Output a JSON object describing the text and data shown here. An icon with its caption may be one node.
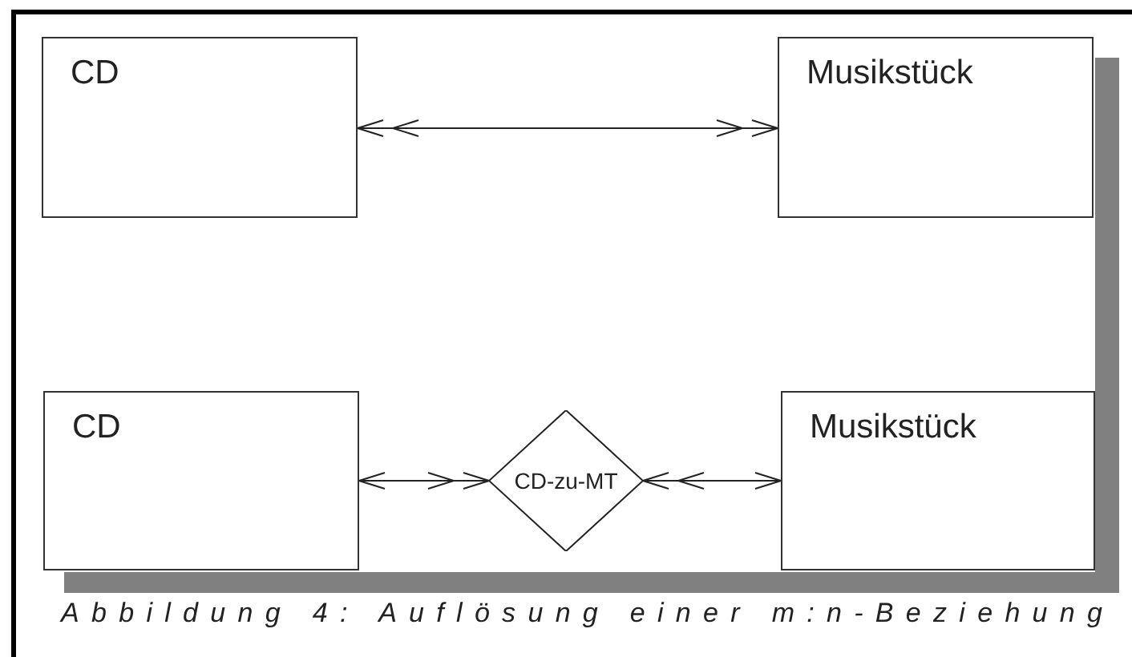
{
  "diagram": {
    "caption": "Abbildung 4: Auflösung einer m:n-Beziehung",
    "nodes": [
      {
        "text": [
          "CD"
        ]
      },
      {
        "text": [
          "Musikstück"
        ]
      },
      {
        "text": [
          "CD"
        ]
      },
      {
        "text": [
          "CD-zu-MT"
        ]
      },
      {
        "text": [
          "Musikstück"
        ]
      }
    ],
    "edges": [
      {
        "from": 0,
        "to": 1,
        "arrow": "both"
      },
      {
        "from": 2,
        "to": 3,
        "arrow": "both"
      },
      {
        "from": 3,
        "to": 4,
        "arrow": "both"
      }
    ]
  }
}
